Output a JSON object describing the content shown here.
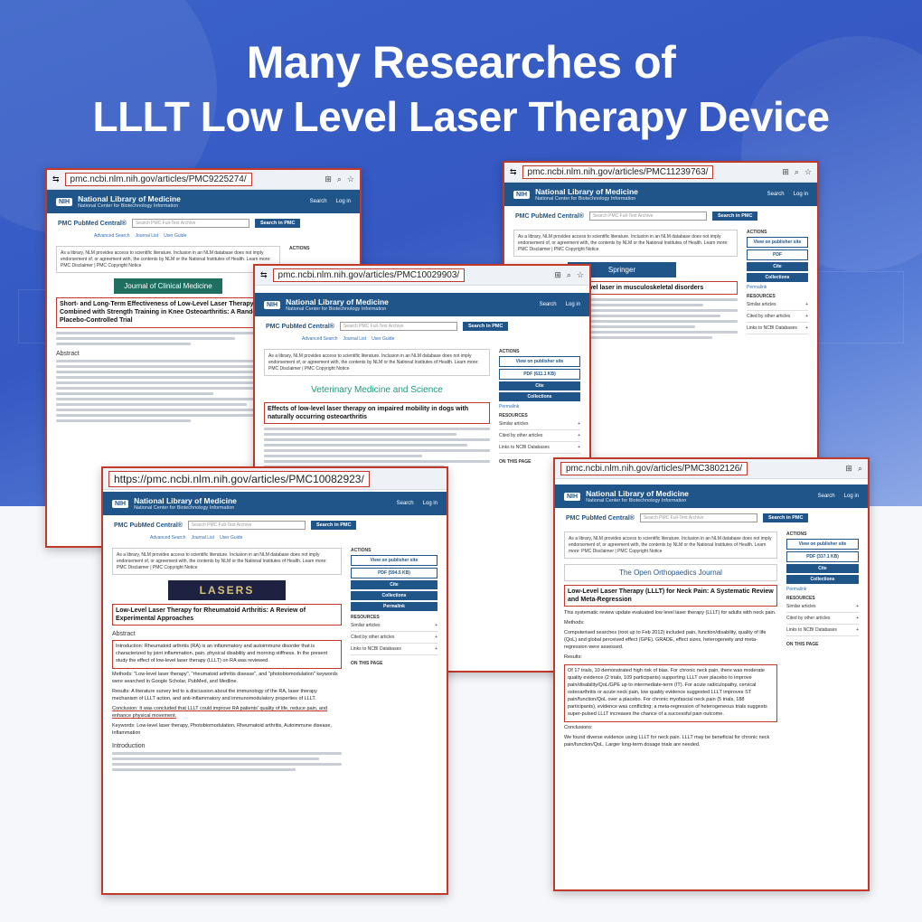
{
  "headline": {
    "line1": "Many Researches of",
    "line2": "LLLT Low Level Laser Therapy Device"
  },
  "common": {
    "nlm_title": "National Library of Medicine",
    "nlm_sub": "National Center for Biotechnology Information",
    "search_link": "Search",
    "login_link": "Log in",
    "pmc_logo": "PMC PubMed Central®",
    "search_placeholder": "Search PMC Full-Text Archive",
    "search_button": "Search in PMC",
    "advanced": "Advanced Search",
    "journal_list": "Journal List",
    "user_guide": "User Guide",
    "disclaimer": "As a library, NLM provides access to scientific literature. Inclusion in an NLM database does not imply endorsement of, or agreement with, the contents by NLM or the National Institutes of Health. Learn more: PMC Disclaimer | PMC Copyright Notice",
    "actions": "ACTIONS",
    "view_publisher": "View on publisher site",
    "pdf": "PDF",
    "cite": "Cite",
    "collections": "Collections",
    "permalink": "Permalink",
    "resources": "RESOURCES",
    "similar": "Similar articles",
    "cited_by": "Cited by other articles",
    "links_ncbi": "Links to NCBI Databases",
    "on_this_page": "ON THIS PAGE",
    "abstract": "Abstract"
  },
  "shot1": {
    "url": "pmc.ncbi.nlm.nih.gov/articles/PMC9225274/",
    "journal": "Journal of Clinical Medicine",
    "title": "Short- and Long-Term Effectiveness of Low-Level Laser Therapy Combined with Strength Training in Knee Osteoarthritis: A Randomized Placebo-Controlled Trial"
  },
  "shot2": {
    "url": "pmc.ncbi.nlm.nih.gov/articles/PMC11239763/",
    "journal": "Springer",
    "title": "low-level laser in musculoskeletal disorders"
  },
  "shot3": {
    "url": "pmc.ncbi.nlm.nih.gov/articles/PMC10029903/",
    "journal": "Veterinary Medicine and Science",
    "title": "Effects of low-level laser therapy on impaired mobility in dogs with naturally occurring osteoarthritis",
    "pdf_size": "PDF (611.1 KB)"
  },
  "shot4": {
    "url": "https://pmc.ncbi.nlm.nih.gov/articles/PMC10082923/",
    "journal": "LASERS",
    "title": "Low-Level Laser Therapy for Rheumatoid Arthritis: A Review of Experimental Approaches",
    "pdf_size": "PDF (594.5 KB)",
    "intro": "Introduction: Rheumatoid arthritis (RA) is an inflammatory and autoimmune disorder that is characterized by joint inflammation, pain, physical disability and morning stiffness. In the present study the effect of low-level laser therapy (LLLT) on RA was reviewed.",
    "methods": "Methods: \"Low-level laser therapy\", \"rheumatoid arthritis disease\", and \"photobiomodulation\" keywords were searched in Google Scholar, PubMed, and Medline.",
    "results": "Results: A literature survey led to a discussion about the immunology of the RA, laser therapy mechanism of LLLT action, and anti-inflammatory and immunomodulatory properties of LLLT.",
    "conclusion": "Conclusion: It was concluded that LLLT could improve RA patients' quality of life, reduce pain, and enhance physical movement.",
    "keywords": "Keywords: Low-level laser therapy, Photobiomodulation, Rheumatoid arthritis, Autoimmune disease, Inflammation",
    "introduction_h": "Introduction"
  },
  "shot5": {
    "url": "pmc.ncbi.nlm.nih.gov/articles/PMC3802126/",
    "journal": "The Open Orthopaedics Journal",
    "title": "Low-Level Laser Therapy (LLLT) for Neck Pain: A Systematic Review and Meta-Regression",
    "pdf_size": "PDF (337.1 KB)",
    "objective": "This systematic review update evaluated low level laser therapy (LLLT) for adults with neck pain.",
    "methods_h": "Methods:",
    "methods": "Computerised searches (root up to Feb 2012) included pain, function/disability, quality of life (QoL) and global perceived effect (GPE). GRADE, effect sizes, heterogeneity and meta-regression were assessed.",
    "results_h": "Results:",
    "results": "Of 17 trials, 10 demonstrated high risk of bias. For chronic neck pain, there was moderate quality evidence (2 trials, 109 participants) supporting LLLT over placebo to improve pain/disability/QoL/GPE up to intermediate-term (IT). For acute radiculopathy, cervical osteoarthritis or acute neck pain, low quality evidence suggested LLLT improves ST pain/function/QoL over a placebo. For chronic myofascial neck pain (5 trials, 188 participants), evidence was conflicting; a meta-regression of heterogeneous trials suggests super-pulsed LLLT increases the chance of a successful pain outcome.",
    "conclusions_h": "Conclusions:",
    "conclusions": "We found diverse evidence using LLLT for neck pain. LLLT may be beneficial for chronic neck pain/function/QoL. Larger long-term dosage trials are needed."
  }
}
